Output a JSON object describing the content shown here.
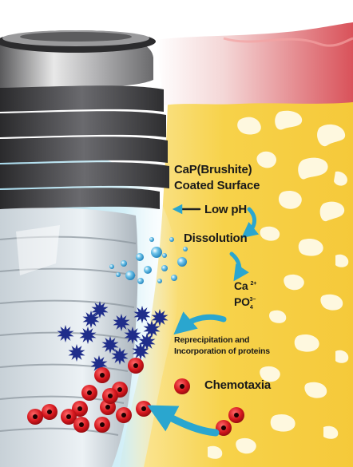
{
  "labels": {
    "coated_line1": "CaP(Brushite)",
    "coated_line2": "Coated Surface",
    "low_ph": "Low pH",
    "dissolution": "Dissolution",
    "ca_symbol": "Ca",
    "ca_charge": "2+",
    "po_symbol": "PO",
    "po_charge": "3−",
    "po_subscript": "4",
    "reprecip_line1": "Reprecipitation and",
    "reprecip_line2": "Incorporation of proteins",
    "chemotaxia": "Chemotaxia"
  },
  "colors": {
    "bone": "#f7d24a",
    "bone_pores": "#fffbe8",
    "gum_tissue": "#d9525a",
    "fluid_blue": "#bfe6f2",
    "implant_grey": "#8e9094",
    "thread_dark": "#3a3a3c",
    "arrow_blue": "#2aa6cf",
    "cell_red": "#d4161d",
    "protein_blue": "#1f2d8a"
  },
  "icons": [
    "implant-screw",
    "bone-tissue",
    "gum-tissue",
    "ion-bubble",
    "protein-star",
    "cell",
    "curved-arrow"
  ]
}
